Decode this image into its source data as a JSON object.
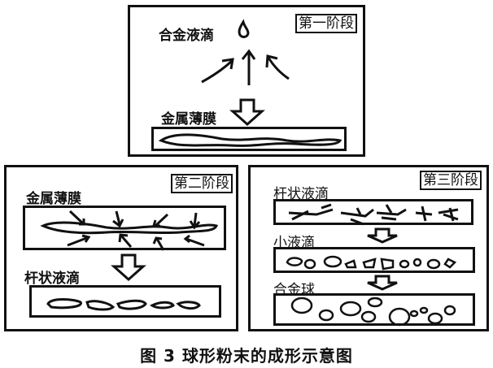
{
  "stage1": {
    "tag": "第一阶段",
    "label_droplet": "合金液滴",
    "label_film": "金属薄膜"
  },
  "stage2": {
    "tag": "第二阶段",
    "label_film": "金属薄膜",
    "label_rod": "杆状液滴"
  },
  "stage3": {
    "tag": "第三阶段",
    "label_rod": "杆状液滴",
    "label_small": "小液滴",
    "label_ball": "合金球"
  },
  "caption": "图 3   球形粉末的成形示意图"
}
